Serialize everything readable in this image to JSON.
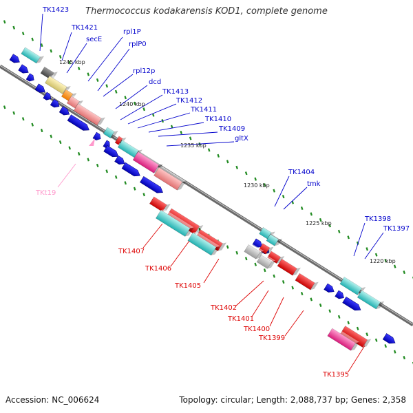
{
  "title": "Thermococcus kodakarensis KOD1, complete genome",
  "footer": {
    "accession": "Accession: NC_006624",
    "summary": "Topology: circular; Length: 2,088,737 bp; Genes: 2,358"
  },
  "colors": {
    "backbone": "#888888",
    "tick": "#228B22",
    "label_blue": "#0000CC",
    "label_red": "#DD0000",
    "label_pink": "#FF99CC"
  },
  "scale_labels": [
    "1245 kbp",
    "1240 kbp",
    "1235 kbp",
    "1230 kbp",
    "1225 kbp",
    "1220 kbp"
  ],
  "gene_labels": {
    "upper": [
      "TK1423",
      "TK1421",
      "secE",
      "rpl1P",
      "rplP0",
      "rpl12p",
      "dcd",
      "TK1413",
      "TK1412",
      "TK1411",
      "TK1410",
      "TK1409",
      "gltX",
      "TK1404",
      "tmk",
      "TK1398",
      "TK1397"
    ],
    "lower": [
      "TK1407",
      "TK1406",
      "TK1405",
      "TK1402",
      "TK1401",
      "TK1400",
      "TK1399",
      "TK1395"
    ],
    "pink": [
      "TKt19"
    ]
  }
}
